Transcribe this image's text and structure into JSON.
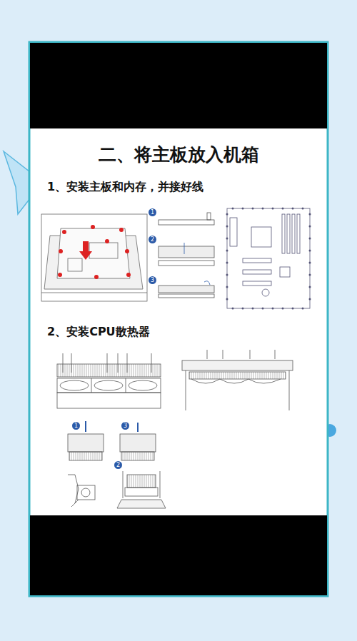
{
  "diagram": {
    "title": "二、将主板放入机箱",
    "labels": [
      "1、安装主板和内存，并接好线",
      "1",
      "2",
      "3",
      "2、安装CPU散热器",
      "1",
      "3",
      "2"
    ]
  }
}
